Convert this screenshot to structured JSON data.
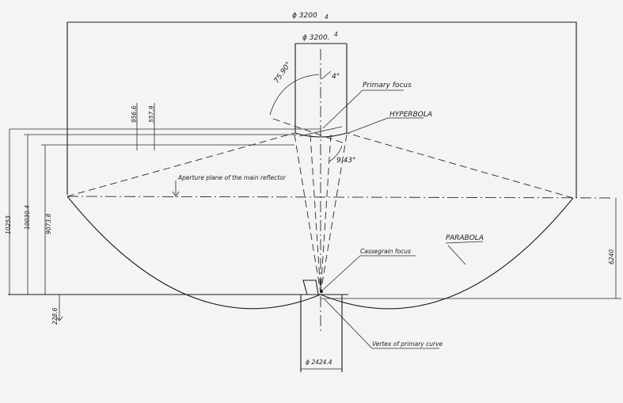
{
  "dimensions": {
    "outer_diameter": "ϕ 3200",
    "outer_diameter_suffix": "4",
    "inner_diameter": "ϕ 3200.",
    "inner_diameter_suffix": "4",
    "bottom_diameter": "ϕ 2424.4",
    "height_total": "10253",
    "height_2": "10030.4",
    "height_3": "9073.8",
    "height_right": "6240",
    "height_bottom": "228.6",
    "small_dim_1": "956.6",
    "small_dim_2": "557.9"
  },
  "angles": {
    "big": "75.90°",
    "small": "4°",
    "mid": "9.43°"
  },
  "labels": {
    "primary_focus": "Primary focus",
    "hyperbola": "HYPERBOLA",
    "aperture_plane": "Aperture plane of the main reflector",
    "cassegrain_focus": "Cassegrain focus",
    "parabola": "PARABOLA",
    "vertex": "Vertex of primary curve"
  }
}
